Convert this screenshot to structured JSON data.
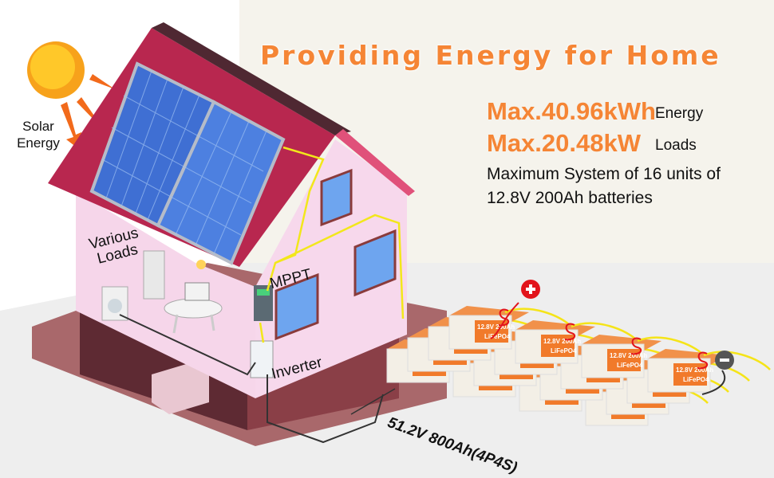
{
  "title": "Providing Energy for Home",
  "specs": {
    "energy_value": "Max.40.96kWh",
    "energy_label": "Energy",
    "loads_value": "Max.20.48kW",
    "loads_label": "Loads",
    "description_line1": "Maximum System of 16 units of",
    "description_line2": "12.8V 200Ah batteries"
  },
  "labels": {
    "solar": "Solar Energy",
    "loads": "Various Loads",
    "mppt": "MPPT",
    "inverter": "Inverter",
    "pack": "51.2V 800Ah(4P4S)"
  },
  "battery": {
    "rating": "12.8V 200Ah",
    "chemistry": "LiFePO4",
    "count": 16
  },
  "colors": {
    "accent": "#f58535",
    "roof": "#b8274f",
    "wall": "#f6d6ea",
    "positive": "#e2141b",
    "negative": "#444444"
  }
}
